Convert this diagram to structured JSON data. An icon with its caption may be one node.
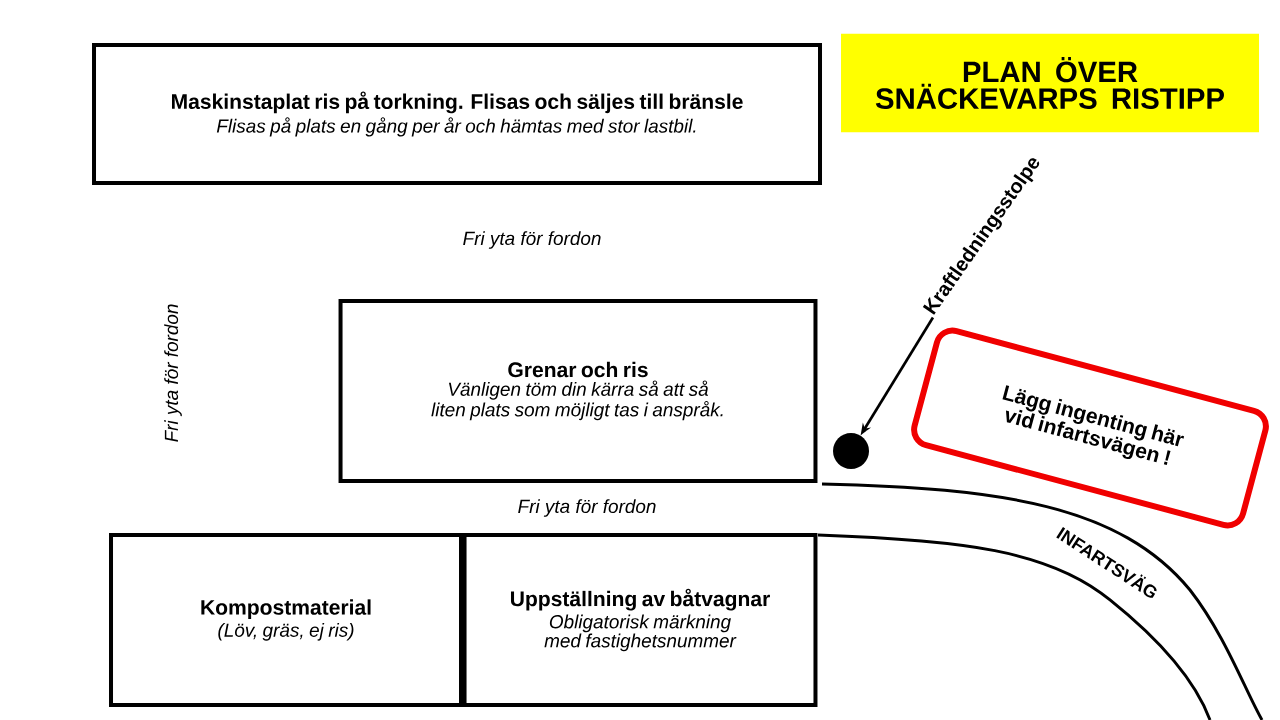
{
  "diagram": {
    "title": "PLAN ÖVER SNÄCKEVARPS RISTIPP",
    "nodes": [
      {
        "text": [
          "Maskinstaplat ris på torkning. Flisas och säljes till bränsle",
          "Flisas på plats en gång per år och hämtas med stor lastbil."
        ]
      },
      {
        "text": [
          "Grenar och ris",
          "Vänligen töm din kärra så att så liten plats som möjligt tas i anspråk."
        ]
      },
      {
        "text": [
          "Kompostmaterial",
          "(Löv, gräs, ej ris)"
        ]
      },
      {
        "text": [
          "Uppställning av båtvagnar",
          "Obligatorisk märkning med fastighetsnummer"
        ]
      },
      {
        "text": [
          "Kraftledningsstolpe"
        ]
      },
      {
        "text": [],
        "shape": "circle"
      },
      {
        "text": [
          "Lägg ingenting här vid infartsvägen !"
        ]
      }
    ],
    "edges": [
      {
        "from": 4,
        "to": 5,
        "arrow": "to"
      }
    ],
    "labels": [
      "Fri yta för fordon",
      "Fri yta för fordon",
      "Fri yta för fordon",
      "INFARTSVÄG"
    ]
  }
}
